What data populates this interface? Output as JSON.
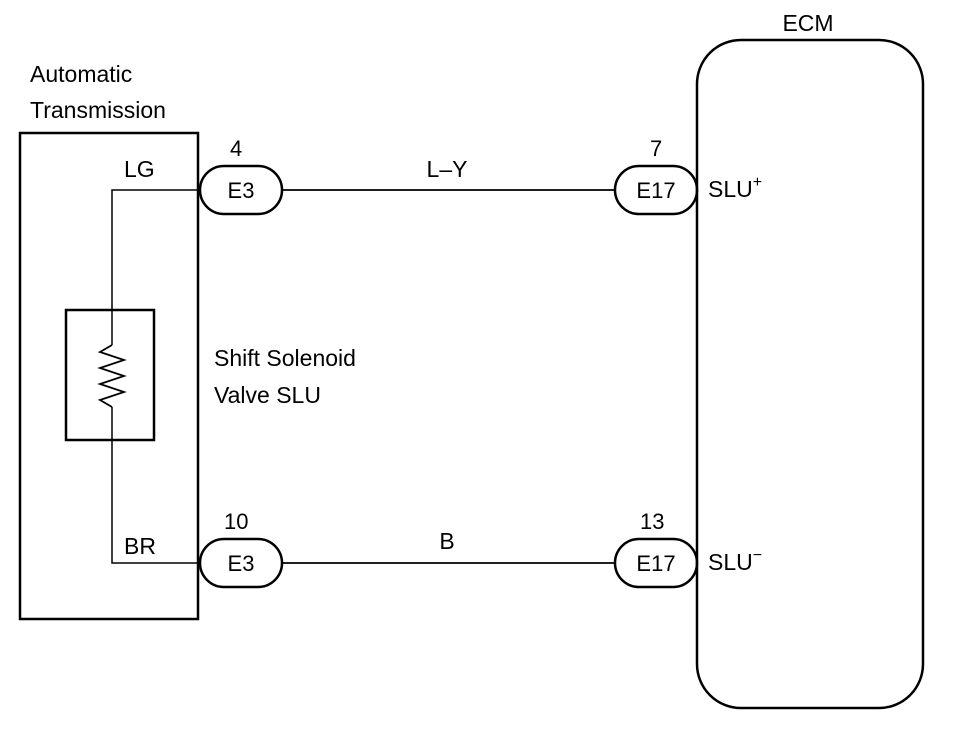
{
  "transmission": {
    "title_line1": "Automatic",
    "title_line2": "Transmission",
    "wire_top": "LG",
    "wire_bottom": "BR"
  },
  "solenoid": {
    "line1": "Shift Solenoid",
    "line2": "Valve SLU"
  },
  "ecm": {
    "title": "ECM",
    "terminal_plus_base": "SLU",
    "terminal_plus_sup": "+",
    "terminal_minus_base": "SLU",
    "terminal_minus_sup": "−"
  },
  "connectors": {
    "left_top": {
      "id": "E3",
      "pin": "4"
    },
    "left_bottom": {
      "id": "E3",
      "pin": "10"
    },
    "right_top": {
      "id": "E17",
      "pin": "7"
    },
    "right_bottom": {
      "id": "E17",
      "pin": "13"
    }
  },
  "wires": {
    "top_color": "L–Y",
    "bottom_color": "B"
  }
}
